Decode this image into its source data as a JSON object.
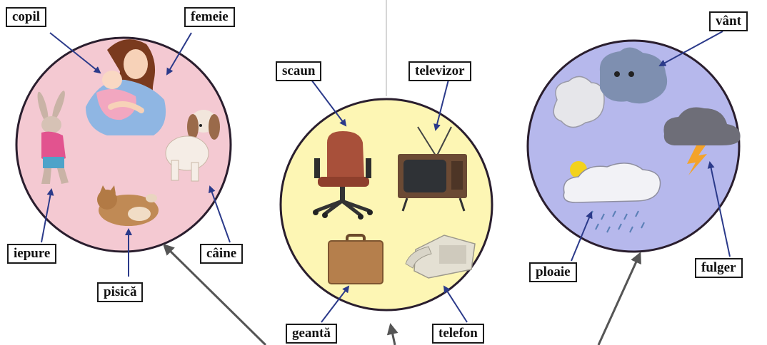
{
  "colors": {
    "circle_people": "#f4c9d2",
    "circle_objects": "#fdf6b4",
    "circle_weather": "#b6b8ec",
    "circle_border": "#2a1e2e",
    "arrow": "#2b3a8a",
    "big_arrow": "#555555"
  },
  "groups": [
    {
      "id": "people-animals",
      "labels": [
        "copil",
        "femeie",
        "iepure",
        "pisică",
        "câine"
      ]
    },
    {
      "id": "objects",
      "labels": [
        "scaun",
        "televizor",
        "geantă",
        "telefon"
      ]
    },
    {
      "id": "weather",
      "labels": [
        "vânt",
        "ploaie",
        "fulger"
      ]
    }
  ],
  "labels": {
    "copil": "copil",
    "femeie": "femeie",
    "iepure": "iepure",
    "pisica": "pisică",
    "caine": "câine",
    "scaun": "scaun",
    "televizor": "televizor",
    "geanta": "geantă",
    "telefon": "telefon",
    "vant": "vânt",
    "ploaie": "ploaie",
    "fulger": "fulger"
  },
  "icons": [
    "woman-with-baby-icon",
    "rabbit-icon",
    "kitten-icon",
    "dog-icon",
    "office-chair-icon",
    "television-icon",
    "briefcase-icon",
    "telephone-icon",
    "wind-cloud-icon",
    "thunder-cloud-icon",
    "rain-cloud-icon"
  ]
}
